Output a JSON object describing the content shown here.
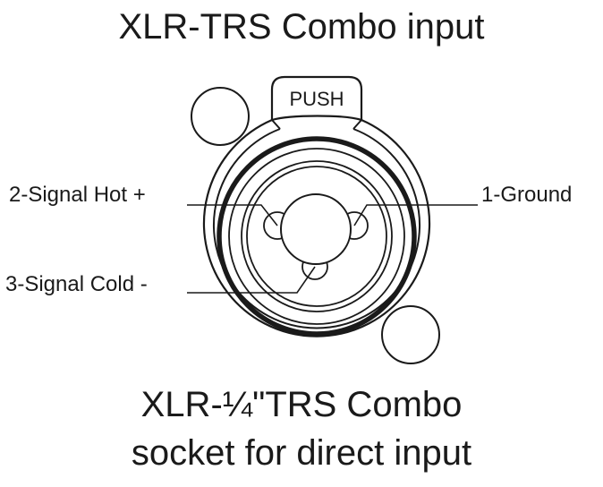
{
  "title": "XLR-TRS Combo input",
  "caption": {
    "line1": "XLR-¼\"TRS Combo",
    "line2": "socket for direct input"
  },
  "connector": {
    "push_label": "PUSH"
  },
  "pins": [
    {
      "label": "2-Signal Hot +"
    },
    {
      "label": "1-Ground"
    },
    {
      "label": "3-Signal Cold -"
    }
  ]
}
